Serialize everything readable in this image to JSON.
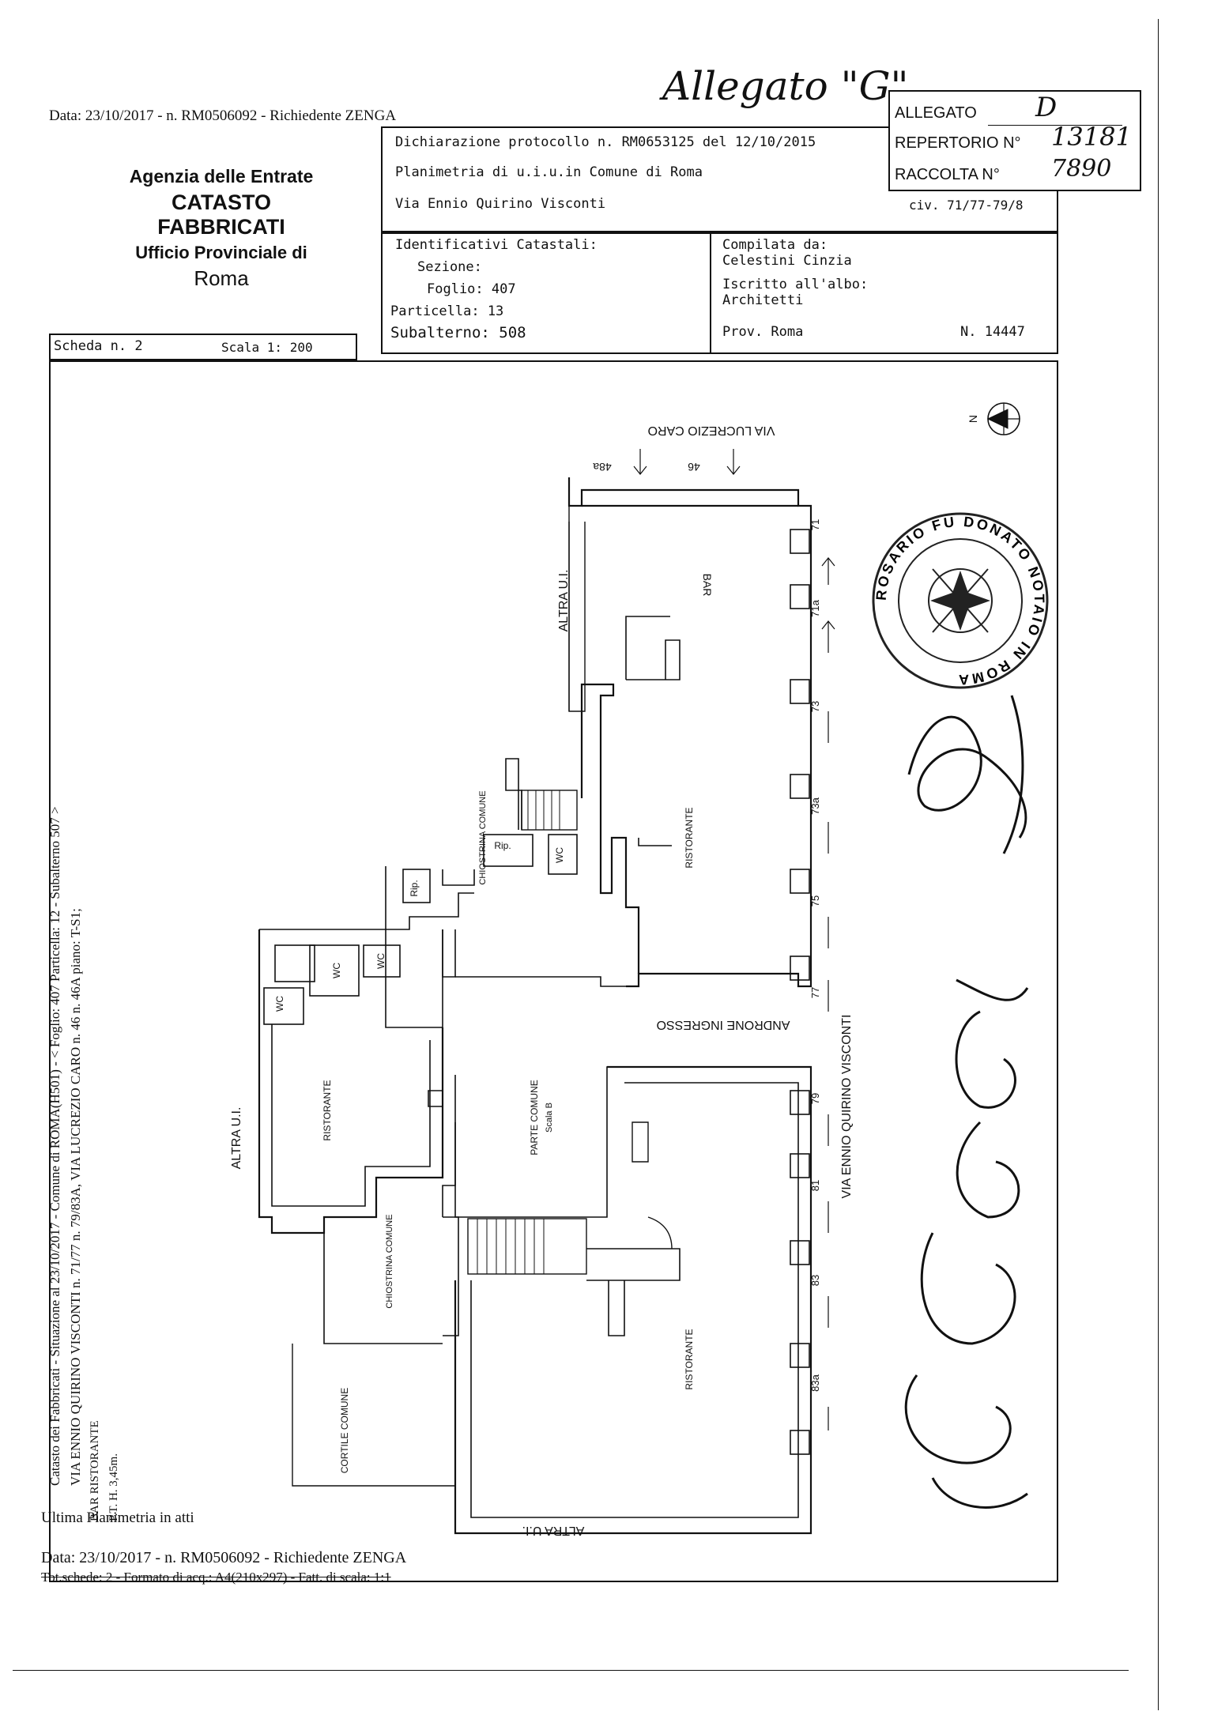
{
  "header": {
    "top_line": "Data: 23/10/2017 - n. RM0506092 - Richiedente ZENGA",
    "handwritten_allegato": "Allegato \"G\"",
    "agency_line1": "Agenzia delle Entrate",
    "agency_line2": "CATASTO FABBRICATI",
    "agency_line3": "Ufficio Provinciale di",
    "agency_line4": "Roma"
  },
  "stamp_box": {
    "allegato_label": "ALLEGATO",
    "allegato_value": "D",
    "repertorio_label": "REPERTORIO N°",
    "repertorio_value": "13181",
    "raccolta_label": "RACCOLTA N°",
    "raccolta_value": "7890",
    "civ": "civ. 71/77-79/8"
  },
  "declaration": {
    "line1": "Dichiarazione protocollo n. RM0653125 del 12/10/2015",
    "line2": "Planimetria di u.i.u.in Comune di Roma",
    "line3": "Via Ennio Quirino Visconti"
  },
  "identifiers": {
    "title": "Identificativi Catastali:",
    "sezione": "Sezione:",
    "foglio": "Foglio: 407",
    "particella": "Particella: 13",
    "subalterno": "Subalterno: 508"
  },
  "compiled": {
    "by_label": "Compilata da:",
    "by_name": "Celestini Cinzia",
    "albo_label": "Iscritto all'albo:",
    "albo_value": "Architetti",
    "prov": "Prov. Roma",
    "number": "N. 14447"
  },
  "scheda": {
    "label": "Scheda n. 2",
    "scale": "Scala 1: 200"
  },
  "plan_labels": {
    "via_lucrezio": "VIA LUCREZIO CARO",
    "n48a": "48a",
    "n46": "46",
    "altra_ui_top": "ALTRA U.I.",
    "bar": "BAR",
    "chiostrina_top": "CHIOSTRINA COMUNE",
    "rip1": "Rip.",
    "wc1": "WC",
    "rip2": "Rip.",
    "ristorante_top": "RISTORANTE",
    "wc2": "WC",
    "wc3": "WC",
    "wc4": "WC",
    "ristorante_left": "RISTORANTE",
    "altra_ui_left": "ALTRA U.I.",
    "androne": "ANDRONE INGRESSO",
    "parte_comune": "PARTE COMUNE",
    "scala_b": "Scala B",
    "chiostrina_mid": "CHIOSTRINA COMUNE",
    "ristorante_bottom": "RISTORANTE",
    "cortile": "CORTILE COMUNE",
    "altra_ui_bottom": "ALTRA U.I.",
    "via_ennio": "VIA ENNIO QUIRINO VISCONTI",
    "n71": "71",
    "n71a": "71a",
    "n73": "73",
    "n73a": "73a",
    "n75": "75",
    "n77": "77",
    "n79": "79",
    "n81": "81",
    "n83": "83",
    "n83a": "83a",
    "north": "N"
  },
  "side_text": {
    "line1": "Catasto dei Fabbricati - Situazione al 23/10/2017 - Comune di ROMA(H501) - < Foglio: 407 Particella: 12 - Subalterno 507 >",
    "line2": "VIA ENNIO QUIRINO VISCONTI n. 71/77 n. 79/83A, VIA LUCREZIO CARO n. 46 n. 46A piano: T-S1;",
    "line3": "BAR RISTORANTE",
    "line4": "P.T. H. 3,45m."
  },
  "seal": {
    "text": "ROSARIO FU DONATO NOTAIO IN ROMA"
  },
  "footer": {
    "ultima": "Ultima Planimetria in atti",
    "data_line": "Data: 23/10/2017 - n. RM0506092 - Richiedente ZENGA",
    "tot_line": "Tot.schede: 2 - Formato di acq.: A4(210x297) - Fatt. di scala: 1:1"
  }
}
